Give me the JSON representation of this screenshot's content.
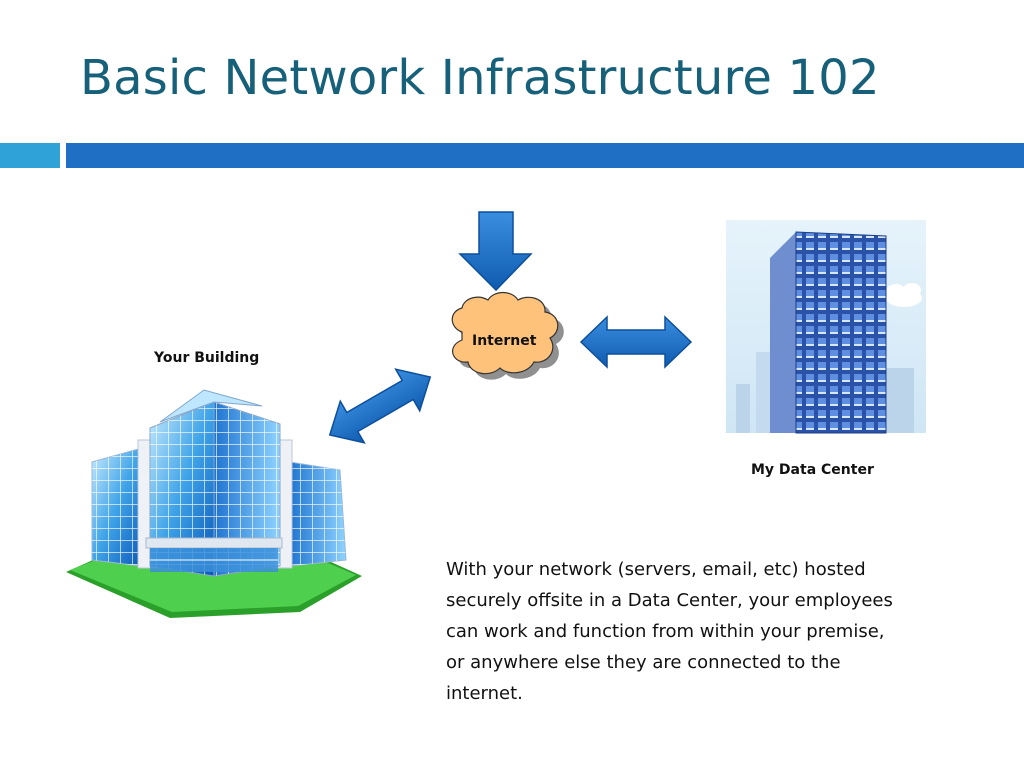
{
  "slide": {
    "title": "Basic Network Infrastructure 102",
    "body": "With your network (servers, email, etc) hosted securely offsite in a Data Center, your employees can work and function from within your premise, or anywhere else they are connected to the internet."
  },
  "diagram": {
    "nodes": {
      "your_building": "Your Building",
      "internet": "Internet",
      "data_center": "My Data Center"
    },
    "connections": [
      {
        "from": "your_building",
        "to": "internet",
        "direction": "bidirectional"
      },
      {
        "from": "internet",
        "to": "data_center",
        "direction": "bidirectional"
      },
      {
        "from": "above",
        "to": "internet",
        "direction": "down"
      }
    ]
  },
  "colors": {
    "title": "#17607a",
    "accent_light": "#2fa3d8",
    "accent_dark": "#1f6fc5",
    "arrow": "#1570c8",
    "cloud_fill": "#ffc27a",
    "building_blue": "#2a7fd6",
    "lawn": "#36c236"
  },
  "icons": [
    "office-building-icon",
    "cloud-icon",
    "skyscraper-icon",
    "down-arrow-icon",
    "double-arrow-icon"
  ]
}
